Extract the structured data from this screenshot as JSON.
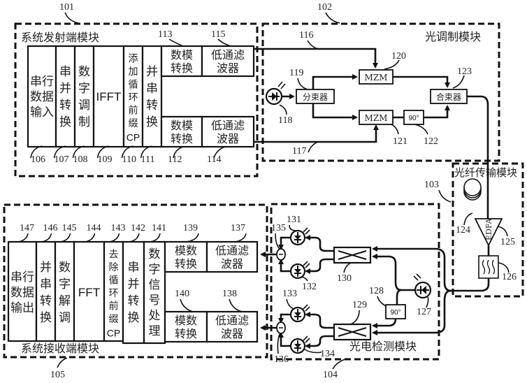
{
  "modules": {
    "transmitter": {
      "title": "系统发射端模块",
      "ref": "101"
    },
    "optical_modulation": {
      "title": "光调制模块",
      "ref": "102"
    },
    "fiber_transmission": {
      "title": "光纤传输模块",
      "ref": "103"
    },
    "photodetection": {
      "title": "光电检测模块",
      "ref": "104"
    },
    "receiver": {
      "title": "系统接收端模块",
      "ref": "105"
    }
  },
  "tx_blocks": [
    {
      "ref": "106",
      "lines": [
        "串行",
        "数据",
        "输入"
      ]
    },
    {
      "ref": "107",
      "lines": [
        "串",
        "并",
        "转",
        "换"
      ]
    },
    {
      "ref": "108",
      "lines": [
        "数",
        "字",
        "调",
        "制"
      ]
    },
    {
      "ref": "109",
      "lines": [
        "IFFT"
      ]
    },
    {
      "ref": "110",
      "lines": [
        "添",
        "加",
        "循",
        "环",
        "前",
        "缀",
        "CP"
      ]
    },
    {
      "ref": "111",
      "lines": [
        "并",
        "串",
        "转",
        "换"
      ]
    }
  ],
  "tx_branches": [
    {
      "dac": {
        "ref": "113",
        "lines": [
          "数模",
          "转换"
        ]
      },
      "lpf": {
        "ref": "115",
        "lines": [
          "低通滤",
          "波器"
        ]
      },
      "signal_ref": "116"
    },
    {
      "dac": {
        "ref": "112",
        "lines": [
          "数模",
          "转换"
        ]
      },
      "lpf": {
        "ref": "114",
        "lines": [
          "低通滤",
          "波器"
        ]
      },
      "signal_ref": "117"
    }
  ],
  "modulator": {
    "laser_ref": "118",
    "splitter": {
      "ref": "119",
      "label": "分束器"
    },
    "mzm_top": {
      "ref": "120",
      "label": "MZM"
    },
    "mzm_bottom": {
      "ref": "121",
      "label": "MZM"
    },
    "phase_shift": {
      "ref": "122",
      "label": "90°"
    },
    "combiner": {
      "ref": "123",
      "label": "合束器"
    }
  },
  "fiber": {
    "spool_ref": "124",
    "edfa": {
      "ref": "125",
      "label": "EDFA"
    },
    "filter_ref": "126"
  },
  "detector": {
    "local_laser_ref": "127",
    "phase_shift": {
      "ref": "128",
      "label": "90°"
    },
    "hybrid_bottom_ref": "129",
    "hybrid_top_ref": "130",
    "pd_refs": [
      "131",
      "132",
      "133",
      "134"
    ],
    "subtractor_refs": [
      "135",
      "136"
    ]
  },
  "rx_blocks": [
    {
      "ref": "147",
      "lines": [
        "串行",
        "数据",
        "输出"
      ]
    },
    {
      "ref": "146",
      "lines": [
        "并",
        "串",
        "转",
        "换"
      ]
    },
    {
      "ref": "145",
      "lines": [
        "数",
        "字",
        "解",
        "调"
      ]
    },
    {
      "ref": "144",
      "lines": [
        "FFT"
      ]
    },
    {
      "ref": "143",
      "lines": [
        "去",
        "除",
        "循",
        "环",
        "前",
        "缀",
        "CP"
      ]
    },
    {
      "ref": "142",
      "lines": [
        "串",
        "并",
        "转",
        "换"
      ]
    },
    {
      "ref": "141",
      "lines": [
        "数",
        "字",
        "信",
        "号",
        "处",
        "理"
      ]
    }
  ],
  "rx_branches": [
    {
      "adc": {
        "ref": "139",
        "lines": [
          "模数",
          "转换"
        ]
      },
      "lpf": {
        "ref": "137",
        "lines": [
          "低通滤",
          "波器"
        ]
      }
    },
    {
      "adc": {
        "ref": "140",
        "lines": [
          "模数",
          "转换"
        ]
      },
      "lpf": {
        "ref": "138",
        "lines": [
          "低通滤",
          "波器"
        ]
      }
    }
  ]
}
